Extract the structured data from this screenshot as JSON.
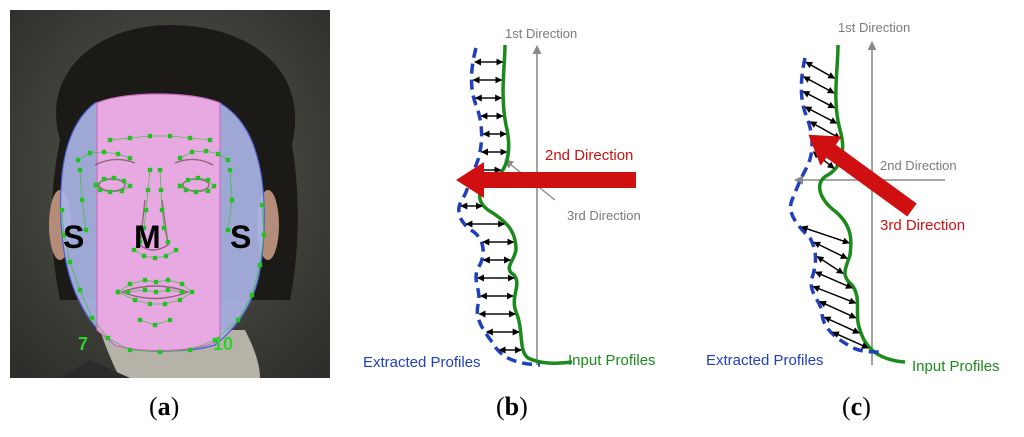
{
  "panel_a": {
    "region_labels": [
      "S",
      "M",
      "S"
    ],
    "landmark_numbers": [
      "7",
      "10"
    ],
    "caption": "a"
  },
  "panel_b": {
    "axis_1_label": "1st Direction",
    "direction_2_label": "2nd Direction",
    "direction_3_label": "3rd Direction",
    "extracted_label": "Extracted Profiles",
    "input_label": "Input Profiles",
    "caption": "b"
  },
  "panel_c": {
    "axis_1_label": "1st Direction",
    "direction_2_label": "2nd Direction",
    "direction_3_label": "3rd Direction",
    "extracted_label": "Extracted Profiles",
    "input_label": "Input Profiles",
    "caption": "c"
  },
  "colors": {
    "extracted": "#1f3fbf",
    "input": "#1a8a1a",
    "highlight_arrow": "#d01010",
    "axis": "#8a8a8a",
    "landmarks": "#22c022",
    "middle_region": "#e7a6e1",
    "side_region": "#aab4e6"
  }
}
